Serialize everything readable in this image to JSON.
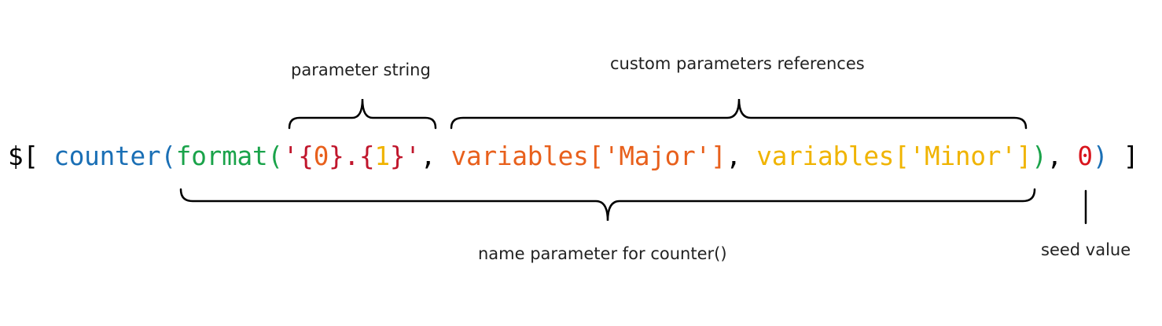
{
  "labels": {
    "parameter_string": "parameter string",
    "custom_params": "custom parameters references",
    "name_param": "name parameter for counter()",
    "seed_value": "seed value"
  },
  "code_tokens": [
    {
      "text": "$[ ",
      "color": "#000000"
    },
    {
      "text": "counter(",
      "color": "#1a6fb5"
    },
    {
      "text": "format(",
      "color": "#1aa34a"
    },
    {
      "text": "'{",
      "color": "#c0162c"
    },
    {
      "text": "0",
      "color": "#e8601c"
    },
    {
      "text": "}.{",
      "color": "#c0162c"
    },
    {
      "text": "1",
      "color": "#f0b400"
    },
    {
      "text": "}'",
      "color": "#c0162c"
    },
    {
      "text": ", ",
      "color": "#000000"
    },
    {
      "text": "variables['Major']",
      "color": "#e8601c"
    },
    {
      "text": ", ",
      "color": "#000000"
    },
    {
      "text": "variables['Minor']",
      "color": "#f0b400"
    },
    {
      "text": ")",
      "color": "#1aa34a"
    },
    {
      "text": ", ",
      "color": "#000000"
    },
    {
      "text": "0",
      "color": "#d9141c"
    },
    {
      "text": ")",
      "color": "#1a6fb5"
    },
    {
      "text": " ]",
      "color": "#000000"
    }
  ],
  "colors": {
    "text": "#222222",
    "brace": "#000000"
  }
}
